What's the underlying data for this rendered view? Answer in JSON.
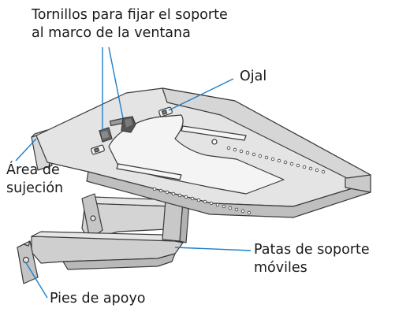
{
  "labels": {
    "tornillos": {
      "line1": "Tornillos para fijar el soporte",
      "line2": "al marco de la ventana"
    },
    "ojal": "Ojal",
    "area": {
      "line1": "Área de",
      "line2": "sujeción"
    },
    "patas": {
      "line1": "Patas de soporte",
      "line2": "móviles"
    },
    "pies": "Pies de apoyo"
  },
  "colors": {
    "metal_light": "#e6e6e6",
    "metal_mid": "#d2d2d2",
    "metal_dark": "#b8b8b8",
    "outline": "#3a3a3a",
    "leader": "#1e7fc9",
    "text": "#1a1a1a"
  }
}
